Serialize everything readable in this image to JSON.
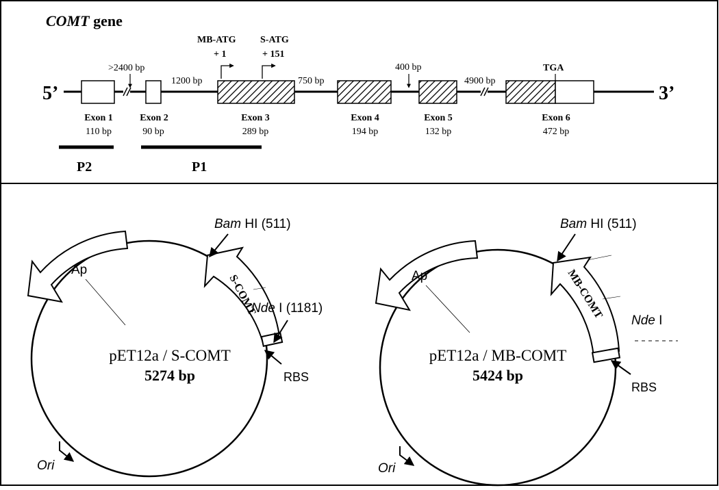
{
  "gene_panel": {
    "title_italic": "COMT",
    "title_rest": " gene",
    "five_prime": "5’",
    "three_prime": "3’",
    "exons": [
      {
        "name": "Exon 1",
        "size": "110 bp"
      },
      {
        "name": "Exon 2",
        "size": "90 bp"
      },
      {
        "name": "Exon 3",
        "size": "289 bp"
      },
      {
        "name": "Exon 4",
        "size": "194 bp"
      },
      {
        "name": "Exon 5",
        "size": "132 bp"
      },
      {
        "name": "Exon 6",
        "size": "472 bp"
      }
    ],
    "introns": [
      ">2400 bp",
      "1200 bp",
      "750 bp",
      "400 bp",
      "4900 bp"
    ],
    "mb_atg_label": "MB-ATG",
    "mb_atg_pos": "+ 1",
    "s_atg_label": "S-ATG",
    "s_atg_pos": "+ 151",
    "tga_label": "TGA",
    "promoters": [
      "P2",
      "P1"
    ]
  },
  "plasmids": [
    {
      "name_line": "pET12a / S-COMT",
      "size_line": "5274 bp",
      "insert_label": "S-COMT",
      "bam_italic": "Bam",
      "bam_rest": " HI (511)",
      "nde_italic": "Nde",
      "nde_rest": " I (1181)",
      "rbs_label": "RBS",
      "ap_label": "Ap",
      "ori_label": "Ori"
    },
    {
      "name_line": "pET12a / MB-COMT",
      "size_line": "5424 bp",
      "insert_label": "MB-COMT",
      "bam_italic": "Bam",
      "bam_rest": " HI (511)",
      "nde_italic": "Nde",
      "nde_rest": " I",
      "rbs_label": "RBS",
      "ap_label": "Ap",
      "ori_label": "Ori"
    }
  ]
}
